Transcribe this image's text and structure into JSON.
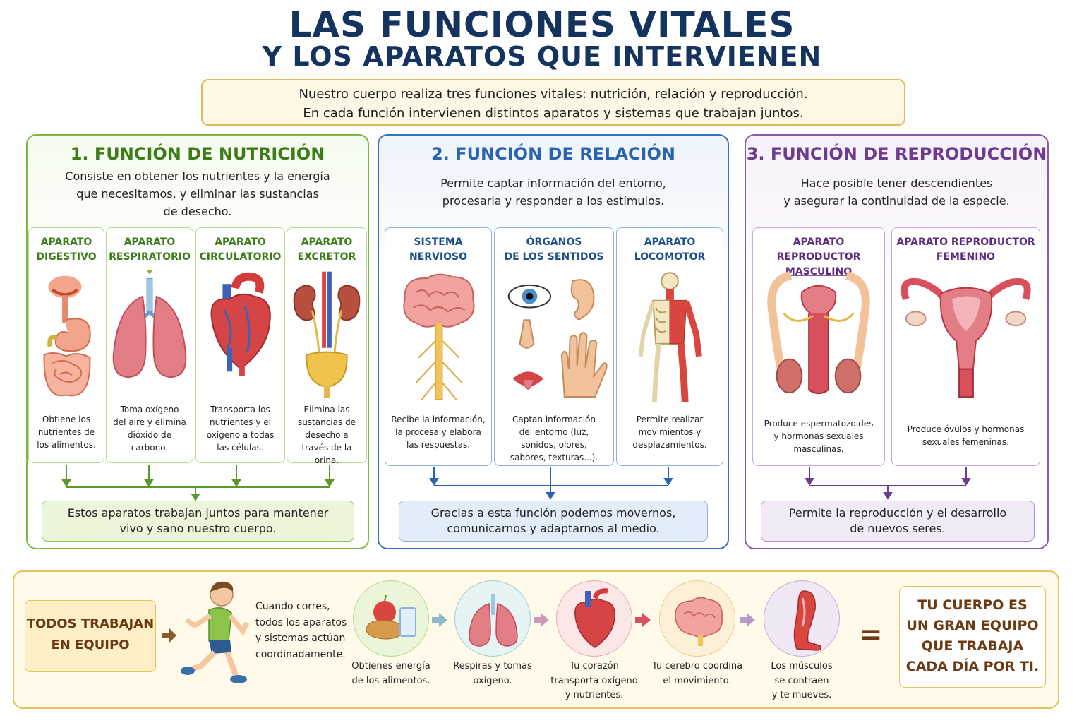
{
  "header": {
    "title_line1": "LAS FUNCIONES VITALES",
    "title_line2": "Y LOS APARATOS QUE INTERVIENEN"
  },
  "intro": {
    "line1": "Nuestro cuerpo realiza tres funciones vitales: nutrición, relación y reproducción.",
    "line2": "En cada función intervienen distintos aparatos y sistemas que trabajan juntos."
  },
  "nutricion": {
    "title": "1. FUNCIÓN DE NUTRICIÓN",
    "desc": [
      "Consiste en obtener los nutrientes y la energía",
      "que necesitamos, y eliminar las sustancias",
      "de desecho."
    ],
    "cards": [
      {
        "title": [
          "APARATO",
          "DIGESTIVO"
        ],
        "text": [
          "Obtiene los",
          "nutrientes de",
          "los alimentos."
        ],
        "icon": "digestive-system-icon"
      },
      {
        "title": [
          "APARATO",
          "RESPIRATORIO"
        ],
        "text": [
          "Toma oxígeno",
          "del aire y elimina",
          "dióxido de",
          "carbono."
        ],
        "icon": "lungs-icon"
      },
      {
        "title": [
          "APARATO",
          "CIRCULATORIO"
        ],
        "text": [
          "Transporta los",
          "nutrientes y el",
          "oxígeno a todas",
          "las células."
        ],
        "icon": "heart-icon"
      },
      {
        "title": [
          "APARATO",
          "EXCRETOR"
        ],
        "text": [
          "Elimina las",
          "sustancias de",
          "desecho a",
          "través de la orina."
        ],
        "icon": "kidneys-icon"
      }
    ],
    "summary": [
      "Estos aparatos trabajan juntos para mantener",
      "vivo y sano nuestro cuerpo."
    ]
  },
  "relacion": {
    "title": "2. FUNCIÓN DE RELACIÓN",
    "desc": [
      "Permite captar información del entorno,",
      "procesarla y responder a los estímulos."
    ],
    "cards": [
      {
        "title": [
          "SISTEMA",
          "NERVIOSO"
        ],
        "text": [
          "Recibe la información,",
          "la procesa y elabora",
          "las respuestas."
        ],
        "icon": "brain-icon"
      },
      {
        "title": [
          "ÓRGANOS",
          "DE LOS SENTIDOS"
        ],
        "text": [
          "Captan información",
          "del entorno (luz,",
          "sonidos, olores,",
          "sabores, texturas...)."
        ],
        "icon": "senses-icon"
      },
      {
        "title": [
          "APARATO",
          "LOCOMOTOR"
        ],
        "text": [
          "Permite realizar",
          "movimientos y",
          "desplazamientos."
        ],
        "icon": "skeleton-icon"
      }
    ],
    "summary": [
      "Gracias a esta función podemos movernos,",
      "comunicarnos y adaptarnos al medio."
    ]
  },
  "reproduccion": {
    "title": "3. FUNCIÓN DE REPRODUCCIÓN",
    "desc": [
      "Hace posible tener descendientes",
      "y asegurar la continuidad de la especie."
    ],
    "cards": [
      {
        "title": [
          "APARATO REPRODUCTOR",
          "MASCULINO"
        ],
        "text": [
          "Produce espermatozoides",
          "y hormonas sexuales",
          "masculinas."
        ],
        "icon": "male-reproductive-icon"
      },
      {
        "title": [
          "APARATO REPRODUCTOR",
          "FEMENINO"
        ],
        "text": [
          "Produce óvulos y hormonas",
          "sexuales femeninas."
        ],
        "icon": "female-reproductive-icon"
      }
    ],
    "summary": [
      "Permite la reproducción y el desarrollo",
      "de nuevos seres."
    ]
  },
  "teamwork": {
    "label": [
      "TODOS TRABAJAN",
      "EN EQUIPO"
    ],
    "run_text": [
      "Cuando corres,",
      "todos los aparatos",
      "y sistemas actúan",
      "coordinadamente."
    ],
    "steps": [
      {
        "text": [
          "Obtienes energía",
          "de los alimentos."
        ],
        "icon": "food-icon"
      },
      {
        "text": [
          "Respiras y tomas",
          "oxígeno."
        ],
        "icon": "lungs-icon"
      },
      {
        "text": [
          "Tu corazón",
          "transporta oxígeno",
          "y nutrientes."
        ],
        "icon": "heart-icon"
      },
      {
        "text": [
          "Tu cerebro coordina",
          "el movimiento."
        ],
        "icon": "brain-icon"
      },
      {
        "text": [
          "Los músculos",
          "se contraen",
          "y te mueves."
        ],
        "icon": "leg-muscles-icon"
      }
    ],
    "equals": "=",
    "result": [
      "TU CUERPO ES",
      "UN GRAN EQUIPO",
      "QUE TRABAJA",
      "CADA DÍA POR TI."
    ]
  }
}
